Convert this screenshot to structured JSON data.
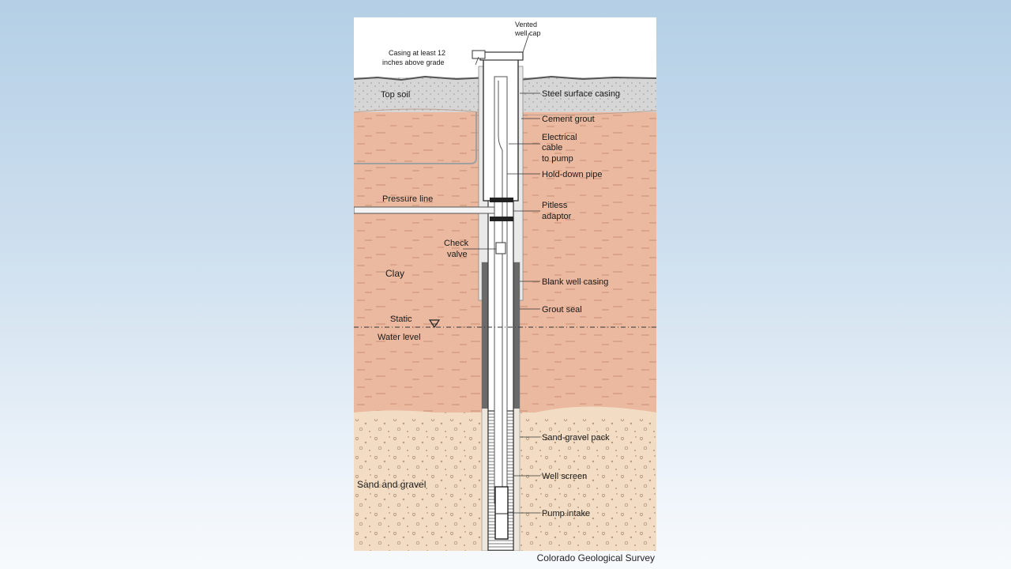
{
  "figure": {
    "credit": "Colorado Geological Survey"
  },
  "layers": {
    "top_soil": "Top soil",
    "clay": "Clay",
    "sand_gravel": "Sand and gravel",
    "static_water_1": "Static",
    "static_water_2": "Water level"
  },
  "callouts": {
    "vented_1": "Vented",
    "vented_2": "well cap",
    "casing_above_1": "Casing at least 12",
    "casing_above_2": "inches above grade",
    "steel_surface_casing": "Steel surface casing",
    "cement_grout": "Cement grout",
    "electrical_1": "Electrical",
    "electrical_2": "cable",
    "electrical_3": "to pump",
    "hold_down_pipe": "Hold-down pipe",
    "pitless_1": "Pitless",
    "pitless_2": "adaptor",
    "pressure_line": "Pressure line",
    "check_1": "Check",
    "check_2": "valve",
    "blank_well_casing": "Blank well casing",
    "grout_seal": "Grout seal",
    "sand_gravel_pack": "Sand-gravel pack",
    "well_screen": "Well screen",
    "pump_intake": "Pump intake"
  },
  "colors": {
    "clay": "#eab9a0",
    "sand": "#f2ddc4",
    "top_soil": "#d8d8d8",
    "grout": "#6a6a6a"
  }
}
